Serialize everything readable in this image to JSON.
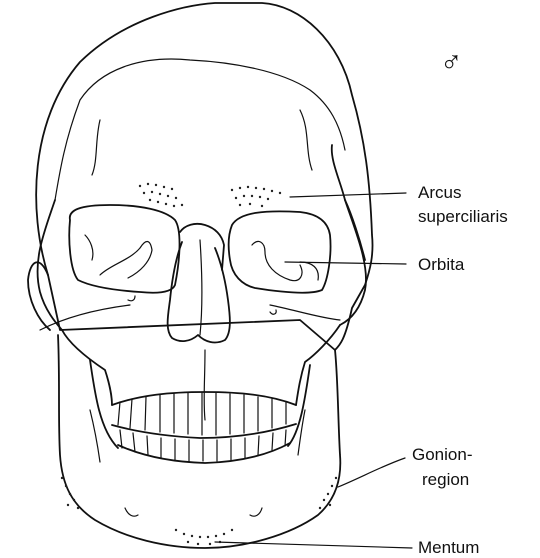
{
  "figure": {
    "sex_symbol": "♂",
    "labels": {
      "arcus_line1": "Arcus",
      "arcus_line2": "superciliaris",
      "orbita": "Orbita",
      "gonion_line1": "Gonion-",
      "gonion_line2": "region",
      "mentum": "Mentum"
    }
  }
}
